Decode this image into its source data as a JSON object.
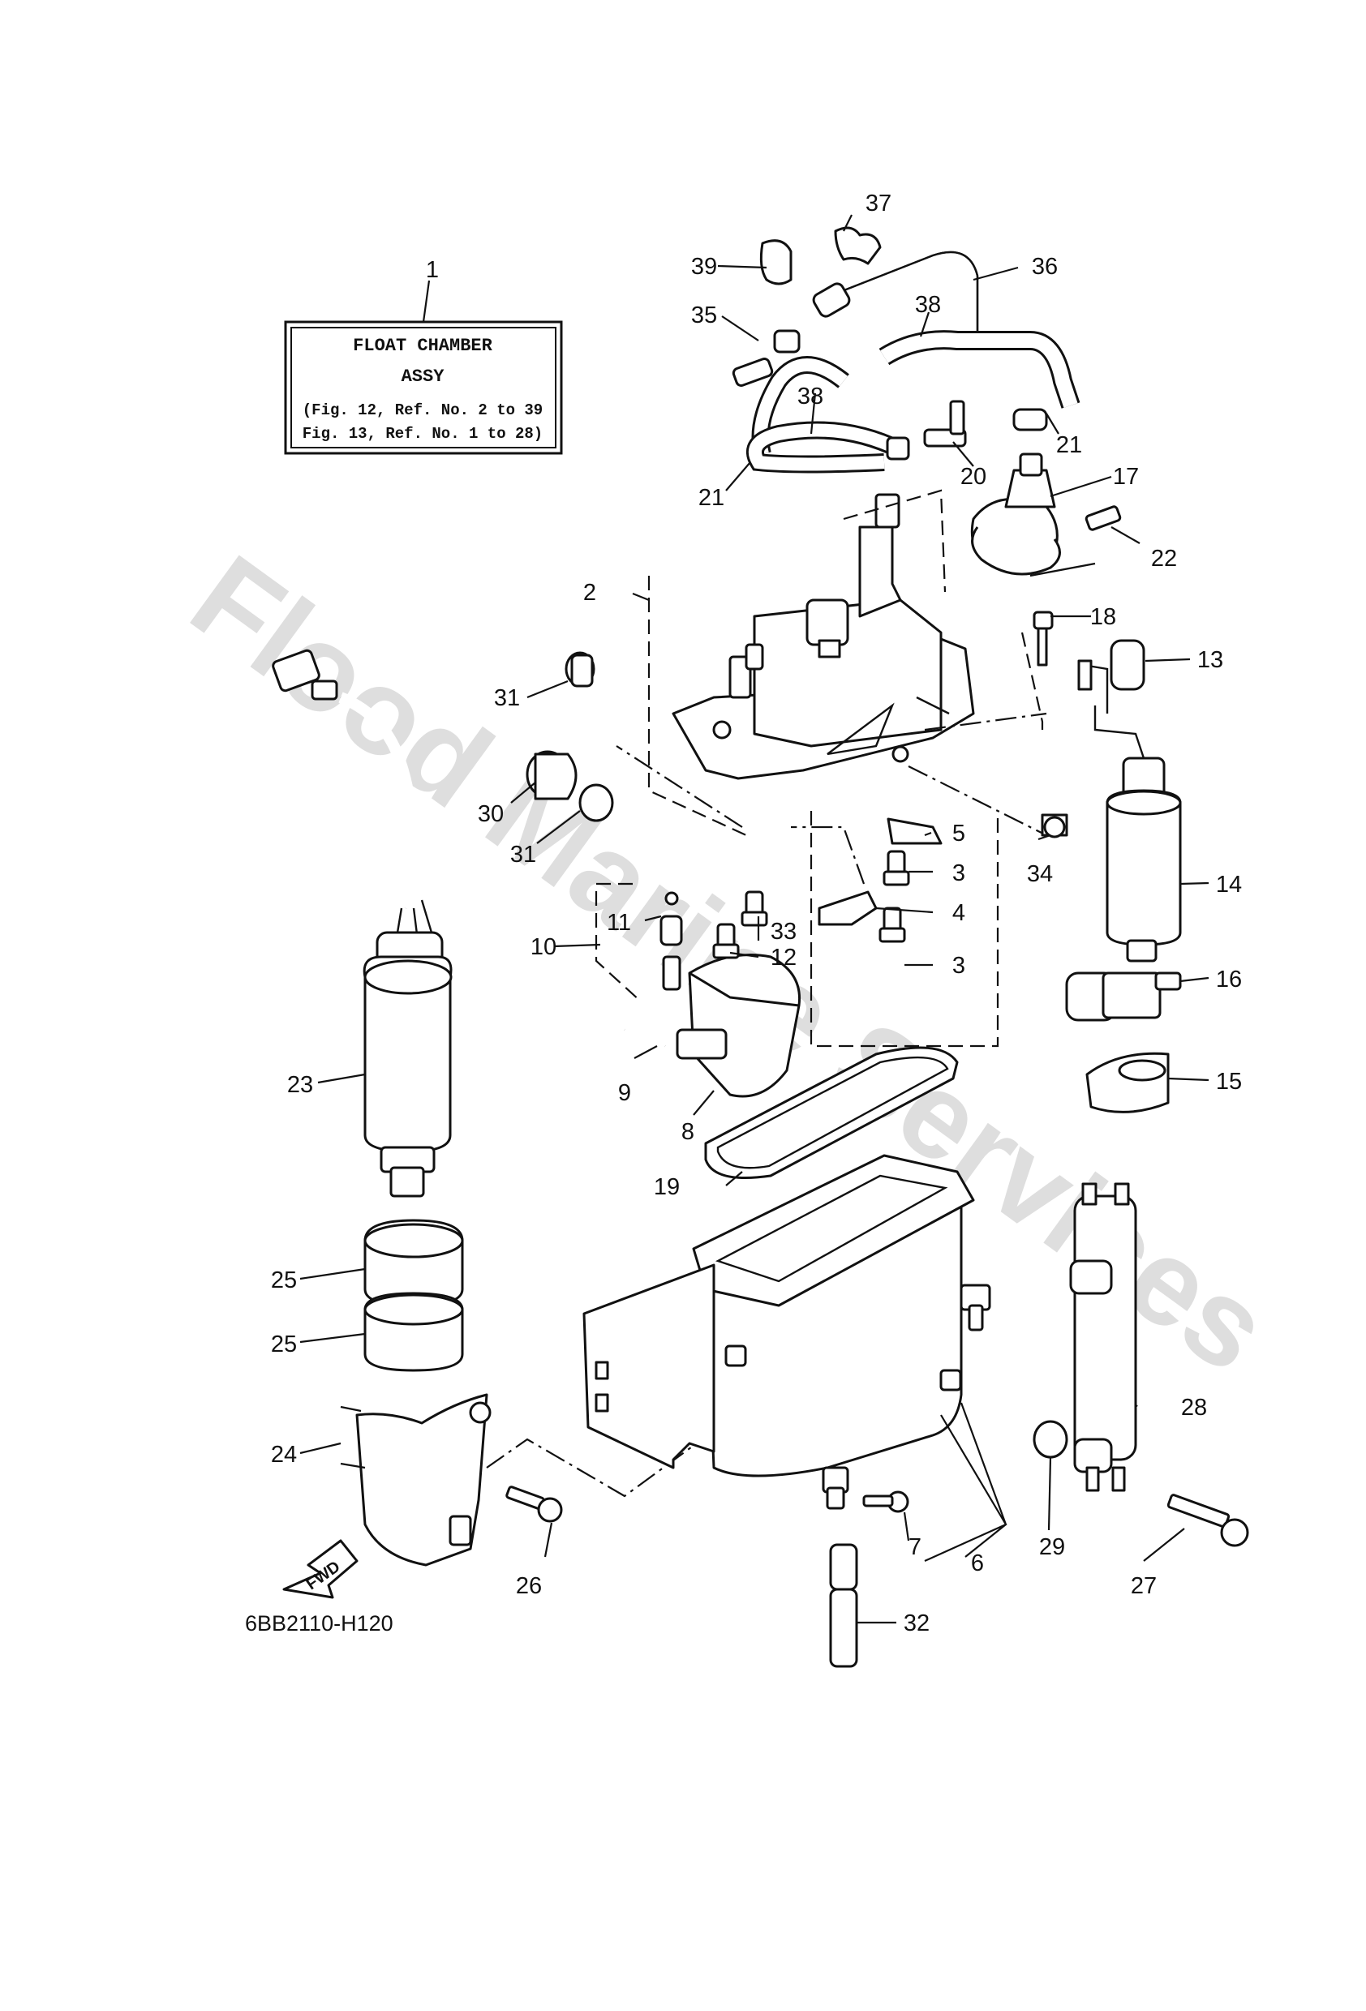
{
  "watermark": "Flood Marine Services",
  "assembly_box": {
    "title": "FLOAT CHAMBER",
    "subtitle": "ASSY",
    "ref_line_1": "(Fig. 12, Ref. No. 2 to 39",
    "ref_line_2": "Fig. 13, Ref. No. 1 to 28)"
  },
  "direction_badge": "FWD",
  "drawing_code": "6BB2110-H120",
  "callouts": {
    "c1": "1",
    "c2": "2",
    "c3a": "3",
    "c3b": "3",
    "c4": "4",
    "c5": "5",
    "c6": "6",
    "c7": "7",
    "c8": "8",
    "c9": "9",
    "c10": "10",
    "c11": "11",
    "c12": "12",
    "c13": "13",
    "c14": "14",
    "c15": "15",
    "c16": "16",
    "c17": "17",
    "c18": "18",
    "c19": "19",
    "c20": "20",
    "c21a": "21",
    "c21b": "21",
    "c22": "22",
    "c23": "23",
    "c24": "24",
    "c25a": "25",
    "c25b": "25",
    "c26": "26",
    "c27": "27",
    "c28": "28",
    "c29": "29",
    "c30": "30",
    "c31a": "31",
    "c31b": "31",
    "c32": "32",
    "c33": "33",
    "c34": "34",
    "c35": "35",
    "c36": "36",
    "c37": "37",
    "c38a": "38",
    "c38b": "38",
    "c39": "39"
  }
}
